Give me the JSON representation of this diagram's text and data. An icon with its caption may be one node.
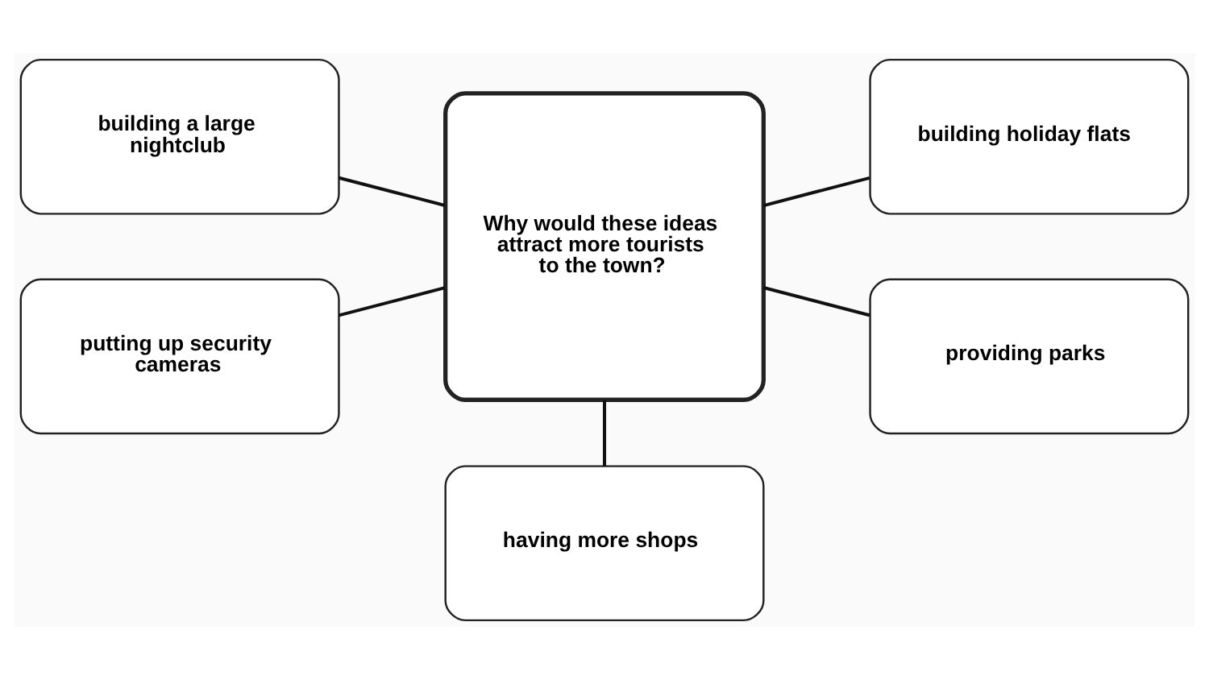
{
  "diagram": {
    "nodes": [
      {
        "text": [
          "building a large nightclub"
        ]
      },
      {
        "text": [
          "Why would these ideas attract more tourists to the town?"
        ]
      },
      {
        "text": [
          "building holiday flats"
        ]
      },
      {
        "text": [
          "putting up security cameras"
        ]
      },
      {
        "text": [
          "providing parks"
        ]
      },
      {
        "text": [
          "having more shops"
        ]
      }
    ],
    "edges": [
      {
        "from": 0,
        "to": 1,
        "arrow": "none"
      },
      {
        "from": 1,
        "to": 2,
        "arrow": "none"
      },
      {
        "from": 3,
        "to": 1,
        "arrow": "none"
      },
      {
        "from": 1,
        "to": 4,
        "arrow": "none"
      },
      {
        "from": 1,
        "to": 5,
        "arrow": "none"
      }
    ]
  }
}
